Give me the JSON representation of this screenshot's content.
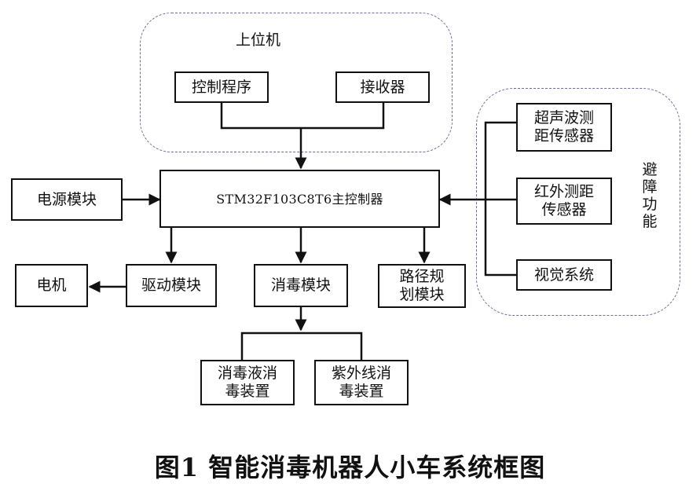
{
  "groups": {
    "host": {
      "label": "上位机"
    },
    "avoid": {
      "label": "避障功能"
    }
  },
  "nodes": {
    "control_program": "控制程序",
    "receiver": "接收器",
    "ultrasonic": "超声波测距传感器",
    "infrared": "红外测距传感器",
    "vision": "视觉系统",
    "power": "电源模块",
    "main_controller": "STM32F103C8T6主控制器",
    "motor": "电机",
    "driver": "驱动模块",
    "disinfect": "消毒模块",
    "path_planning": "路径规划模块",
    "liquid_device": "消毒液消毒装置",
    "uv_device": "紫外线消毒装置"
  },
  "caption": "图1  智能消毒机器人小车系统框图"
}
